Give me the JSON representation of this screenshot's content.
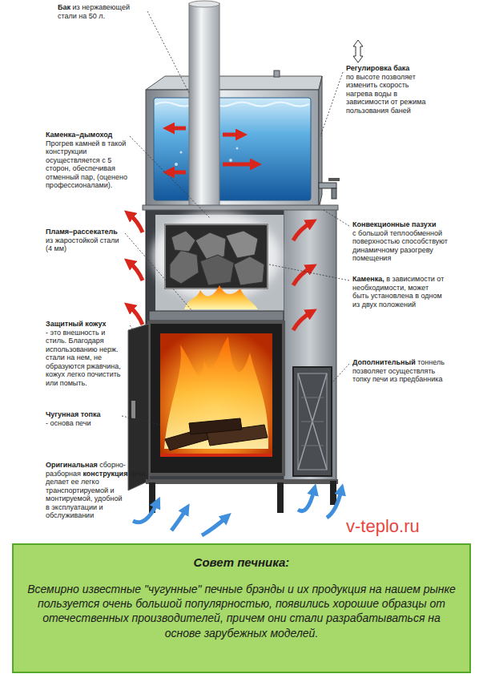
{
  "diagram": {
    "nodes": [
      {
        "text": [
          "Совет печника:",
          "Всемирно известные \"чугунные\" печные брэнды и их продукция на нашем рынке пользуется очень большой популярностью, появились хорошие образцы от отечественных производителей, причем они стали разрабатываться на основе зарубежных моделей."
        ]
      }
    ],
    "labels": [
      "Бак",
      "из нержавеющей стали на 50 л.",
      "Регулировка бака",
      "по высоте позволяет изменить скорость нагрева воды в зависимости от режима пользования баней",
      "Каменка–дымоход",
      "Прогрев камней в такой конструкции осуществляется с 5 сторон, обеспечивая отменный пар, (оценено профессионалами).",
      "Пламя–рассекатель",
      "из жаростойкой стали (4 мм)",
      "Конвекционные пазухи",
      "с большой теплообменной поверхностью способствуют динамичному разогреву помещения",
      "Каменка,",
      "в зависимости от необходимости, может быть установлена в одном из двух положений",
      "Защитный кожух",
      "- это внешность и стиль. Благодаря использованию нерж. стали на нем, не образуются ржавчина, кожух легко почистить или помыть.",
      "Дополнительный",
      "тоннель позволяет осуществлять топку печи из предбанника",
      "Чугунная топка",
      "- основа печи",
      "Оригинальная",
      "сборно-разборная",
      "конструкция",
      "печи, делает ее легко транспортируемой и монтируемой, удобной в эксплуатации и обслуживании",
      "v-teplo.ru"
    ]
  }
}
